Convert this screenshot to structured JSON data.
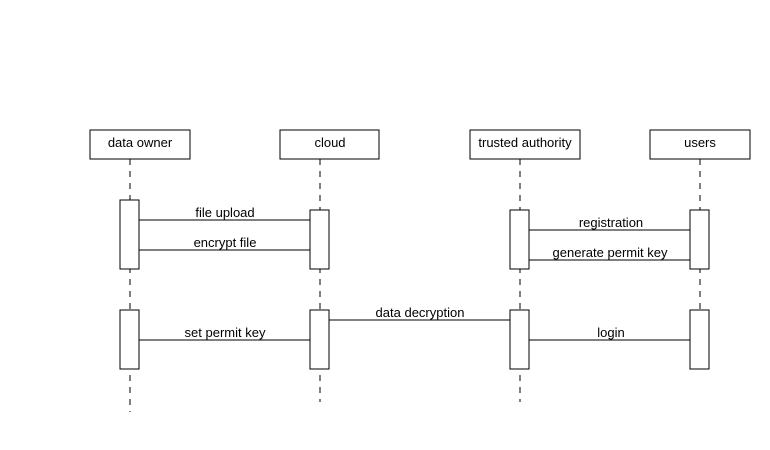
{
  "diagram": {
    "type": "sequence",
    "line_color": "#000000",
    "background": "#ffffff",
    "actors": [
      {
        "id": "owner",
        "label": "data owner"
      },
      {
        "id": "cloud",
        "label": "cloud"
      },
      {
        "id": "ta",
        "label": "trusted authority"
      },
      {
        "id": "users",
        "label": "users"
      }
    ],
    "messages": [
      {
        "from": "owner",
        "to": "cloud",
        "label": "file upload"
      },
      {
        "from": "owner",
        "to": "cloud",
        "label": "encrypt file"
      },
      {
        "from": "ta",
        "to": "users",
        "label": "registration"
      },
      {
        "from": "ta",
        "to": "users",
        "label": "generate permit key"
      },
      {
        "from": "cloud",
        "to": "ta",
        "label": "data decryption"
      },
      {
        "from": "owner",
        "to": "cloud",
        "label": "set permit key"
      },
      {
        "from": "ta",
        "to": "users",
        "label": "login"
      }
    ]
  }
}
